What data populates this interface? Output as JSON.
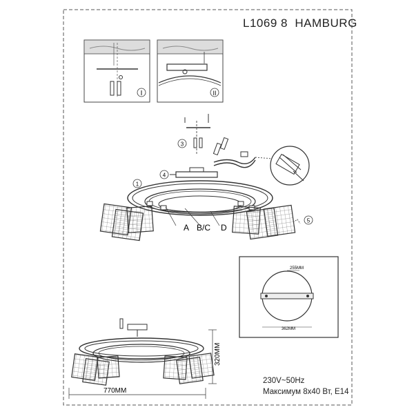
{
  "model": "L1069 8",
  "name": "HAMBURG",
  "spec": {
    "voltage": "230V~50Hz",
    "power": "Максимум 8х40 Вт, E14"
  },
  "steps": {
    "panel_1": "I",
    "panel_2": "II",
    "s1": "1",
    "s3": "3",
    "s4": "4",
    "s5": "5"
  },
  "parts": {
    "a": "A",
    "bc": "B/C",
    "d": "D"
  },
  "dimensions": {
    "width": "770MM",
    "height": "320MM",
    "plate_diameter": "255MM",
    "plate_width": "362MM"
  }
}
